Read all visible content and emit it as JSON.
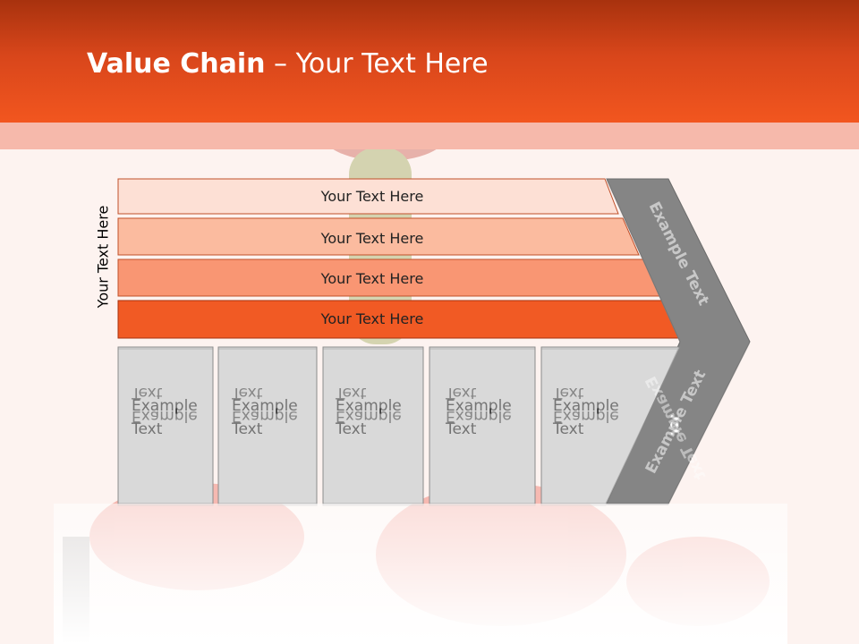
{
  "slide": {
    "title_bold": "Value Chain",
    "title_rest": " – Your Text Here",
    "side_label": "Your Text Here"
  },
  "bars": [
    {
      "label": "Your Text Here",
      "color": "#fde0d5"
    },
    {
      "label": "Your Text Here",
      "color": "#fbbb9f"
    },
    {
      "label": "Your Text Here",
      "color": "#f99673"
    },
    {
      "label": "Your Text Here",
      "color": "#f15a24"
    }
  ],
  "boxes": [
    {
      "line1": "Example",
      "line2": "Text"
    },
    {
      "line1": "Example",
      "line2": "Text"
    },
    {
      "line1": "Example",
      "line2": "Text"
    },
    {
      "line1": "Example",
      "line2": "Text"
    },
    {
      "line1": "Example",
      "line2": "Text"
    }
  ],
  "chevron": {
    "upper_label": "Example Text",
    "lower_label": "Example Text",
    "color": "#858585"
  },
  "colors": {
    "header": "#f2561f",
    "box_fill": "#d9d9d9"
  }
}
